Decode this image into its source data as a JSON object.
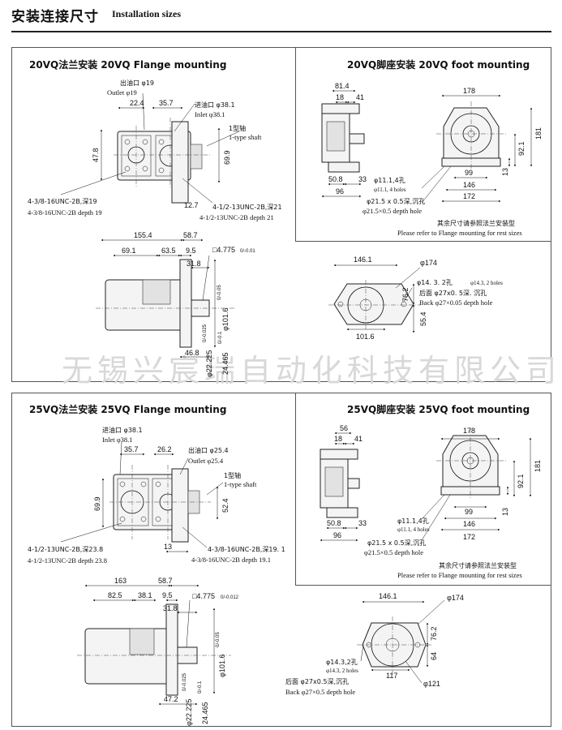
{
  "header": {
    "title_zh": "安装连接尺寸",
    "title_en": "Installation sizes"
  },
  "watermark": "无锡兴宸瑞自动化科技有限公司",
  "sections": {
    "vq20_flange": {
      "title": "20VQ法兰安装  20VQ Flange mounting",
      "outlet_zh": "出油口 φ19",
      "outlet_en": "Outlet φ19",
      "inlet_zh": "进油口 φ38.1",
      "inlet_en": "Inlet φ38.1",
      "shaft_zh": "1型轴",
      "shaft_en": "1-type shaft",
      "thread_a_zh": "4-3/8-16UNC-2B,深19",
      "thread_a_en": "4-3/8-16UNC-2B depth 19",
      "thread_b_zh": "4-1/2-13UNC-2B,深21",
      "thread_b_en": "4-1/2-13UNC-2B depth 21",
      "dims": {
        "d1": "22.4",
        "d2": "35.7",
        "d3": "47.8",
        "d4": "69.9",
        "d5": "12.7"
      },
      "side": {
        "d1": "155.4",
        "d2": "58.7",
        "d3": "69.1",
        "d4": "63.5",
        "d5": "9.5",
        "d6": "31.8",
        "d7": "46.8",
        "key": "□4.775",
        "key_tol": "0/-0.01",
        "dia1": "φ101.6",
        "dia1_tol": "0/-0.05",
        "dia2": "φ22.225",
        "dia2_tol": "0/-0.025",
        "dia3": "24.465",
        "dia3_tol": "0/-0.1"
      }
    },
    "vq20_foot": {
      "title": "20VQ脚座安装 20VQ foot mounting",
      "dims": {
        "d1": "81.4",
        "d2": "18",
        "d3": "41",
        "d4": "50.8",
        "d5": "33",
        "d6": "96",
        "d7": "178",
        "d8": "181",
        "d9": "92.1",
        "d10": "99",
        "d11": "13",
        "d12": "146",
        "d13": "172"
      },
      "hole_a_zh": "φ11.1,4孔",
      "hole_a_en": "φ11.1, 4 holes",
      "hole_b_zh": "φ21.5 x 0.5深,沉孔",
      "hole_b_en": "φ21.5×0.5 depth hole",
      "note_zh": "其余尺寸请参照法兰安装型",
      "note_en": "Please refer to Flange mounting for rest sizes",
      "end": {
        "d1": "146.1",
        "d2": "φ174",
        "d3": "76.2",
        "d4": "55.4",
        "d5": "101.6",
        "hole_zh": "φ14. 3. 2孔",
        "hole_en": "φ14.3, 2 holes",
        "back_zh": "后面 φ27x0. 5深. 沉孔",
        "back_en": "Back φ27×0.05 depth hole"
      }
    },
    "vq25_flange": {
      "title": "25VQ法兰安装  25VQ Flange mounting",
      "inlet_zh": "进油口 φ38.1",
      "inlet_en": "Inlet φ38.1",
      "outlet_zh": "出油口 φ25.4",
      "outlet_en": "Outlet φ25.4",
      "shaft_zh": "1型轴",
      "shaft_en": "1-type shaft",
      "thread_a_zh": "4-1/2-13UNC-2B,深23.8",
      "thread_a_en": "4-1/2-13UNC-2B depth 23.8",
      "thread_b_zh": "4-3/8-16UNC-2B,深19. 1",
      "thread_b_en": "4-3/8-16UNC-2B depth 19.1",
      "dims": {
        "d1": "35.7",
        "d2": "26.2",
        "d3": "69.9",
        "d4": "52.4",
        "d5": "13"
      },
      "side": {
        "d1": "163",
        "d2": "58.7",
        "d3": "82.5",
        "d4": "38.1",
        "d5": "9.5",
        "d6": "31.8",
        "d7": "47.2",
        "key": "□4.775",
        "key_tol": "0/-0.012",
        "dia1": "φ101.6",
        "dia1_tol": "0/-0.05",
        "dia2": "φ22.225",
        "dia2_tol": "0/-0.025",
        "dia3": "24.465",
        "dia3_tol": "0/-0.1"
      }
    },
    "vq25_foot": {
      "title": "25VQ脚座安装 25VQ foot mounting",
      "dims": {
        "d1": "56",
        "d2": "18",
        "d3": "41",
        "d4": "50.8",
        "d5": "33",
        "d6": "96",
        "d7": "178",
        "d8": "181",
        "d9": "92.1",
        "d10": "99",
        "d11": "13",
        "d12": "146",
        "d13": "172"
      },
      "hole_a_zh": "φ11.1,4孔",
      "hole_a_en": "φ11.1, 4 holes",
      "hole_b_zh": "φ21.5 x 0.5深,沉孔",
      "hole_b_en": "φ21.5×0.5 depth hole",
      "note_zh": "其余尺寸请参照法兰安装型",
      "note_en": "Please refer to Flange mounting for rest sizes",
      "end": {
        "d1": "146.1",
        "d2": "φ174",
        "d3": "76.2",
        "d4": "64",
        "d5": "117",
        "d6": "φ121",
        "hole_zh": "φ14.3,2孔",
        "hole_en": "φ14.3, 2 holes",
        "back_zh": "后面 φ27x0.5深,沉孔",
        "back_en": "Back φ27×0.5 depth hole"
      }
    }
  }
}
